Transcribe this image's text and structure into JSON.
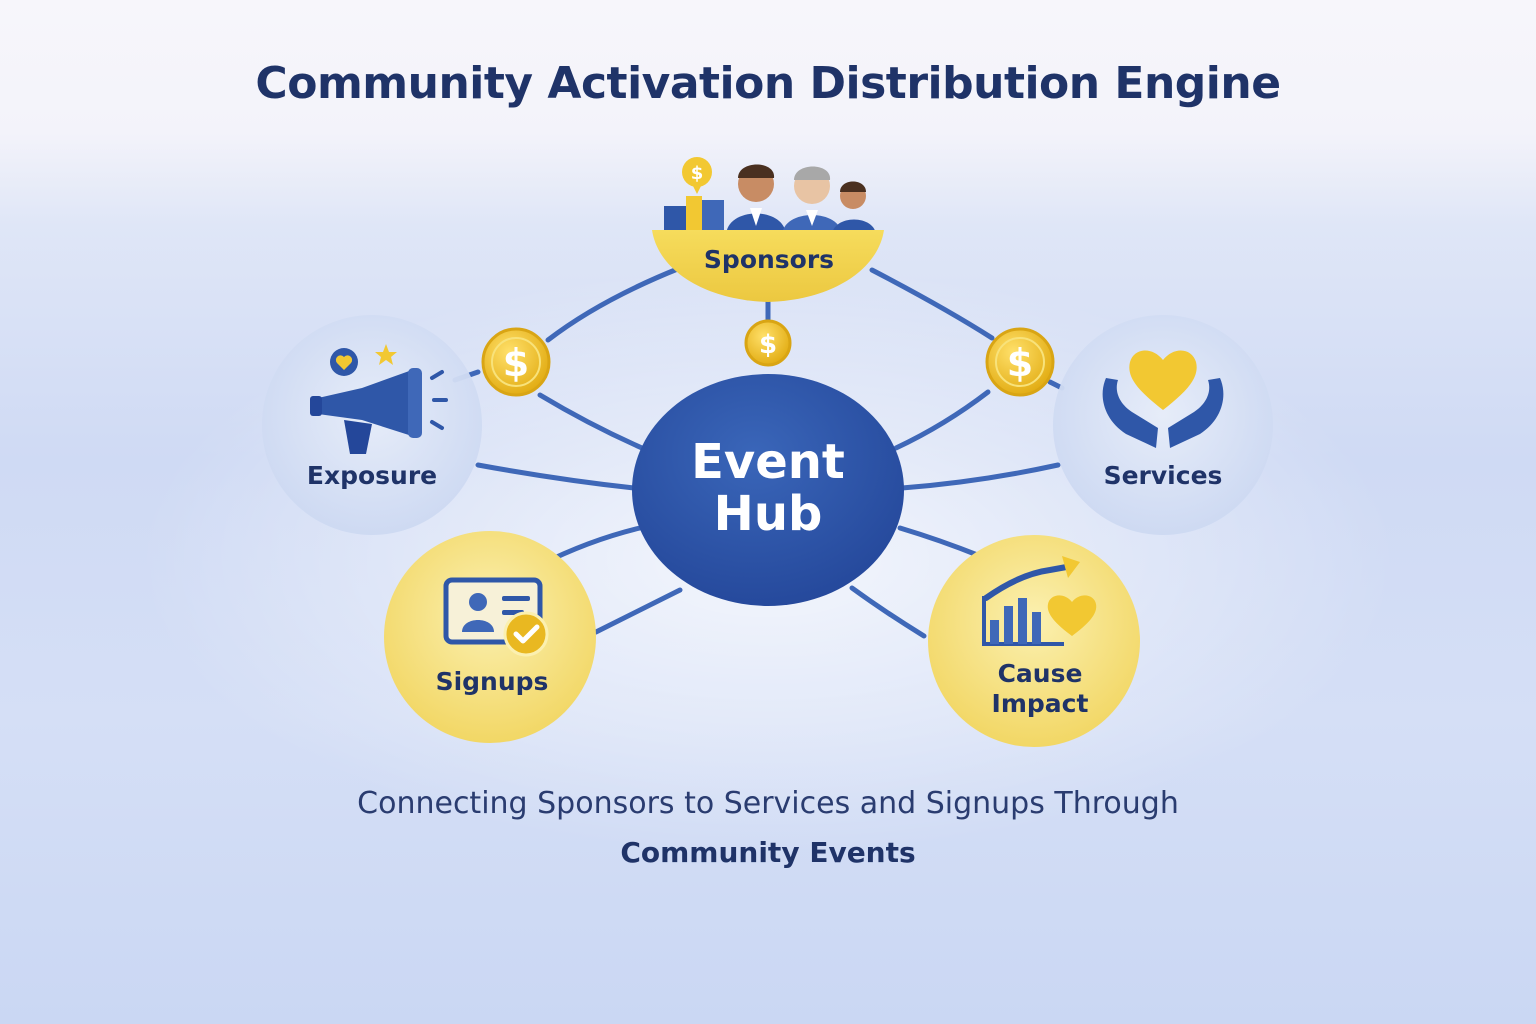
{
  "title": "Community Activation Distribution Engine",
  "hub": {
    "line1": "Event",
    "line2": "Hub"
  },
  "nodes": {
    "sponsors": {
      "label": "Sponsors",
      "icon": "sponsors-people-icon"
    },
    "exposure": {
      "label": "Exposure",
      "icon": "megaphone-icon"
    },
    "services": {
      "label": "Services",
      "icon": "heart-hands-icon"
    },
    "signups": {
      "label": "Signups",
      "icon": "signup-card-check-icon"
    },
    "cause_impact": {
      "line1": "Cause",
      "line2": "Impact",
      "icon": "growth-chart-heart-icon"
    }
  },
  "coin_symbol": "$",
  "tagline": {
    "line1": "Connecting Sponsors to Services and Signups Through",
    "line2": "Community Events"
  },
  "colors": {
    "navy": "#1f3368",
    "hub_blue": "#2f57a8",
    "line_blue": "#3f68b8",
    "gold": "#f2c832",
    "gold_dark": "#d9a514",
    "pale_blue_circle": "#dbe4f6",
    "pale_yellow_circle": "#f7e48a"
  }
}
